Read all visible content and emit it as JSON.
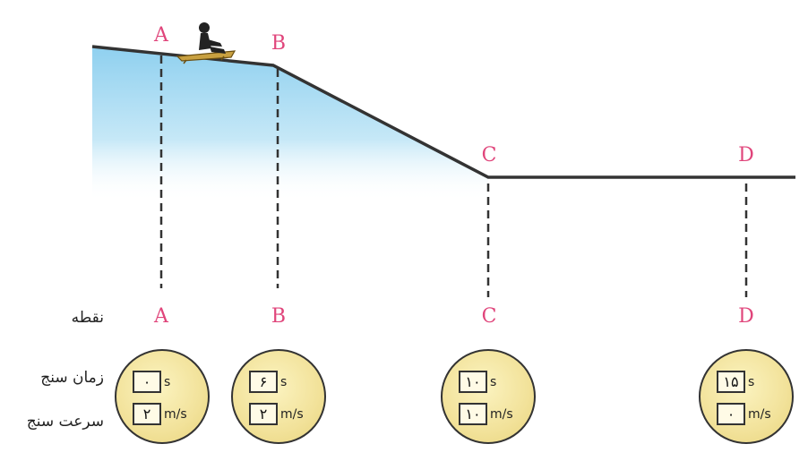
{
  "points": [
    {
      "name": "A",
      "time": "٠",
      "speed": "٢"
    },
    {
      "name": "B",
      "time": "۶",
      "speed": "٢"
    },
    {
      "name": "C",
      "time": "١٠",
      "speed": "١٠"
    },
    {
      "name": "D",
      "time": "١۵",
      "speed": "٠"
    }
  ],
  "units": {
    "time": "s",
    "speed": "m/s"
  },
  "row_labels": {
    "point": "نقطه",
    "time": "زمان سنج",
    "speed": "سرعت سنج"
  },
  "colors": {
    "point_label": "#e0457b",
    "water": "#8fd0ef",
    "track": "#333333"
  }
}
